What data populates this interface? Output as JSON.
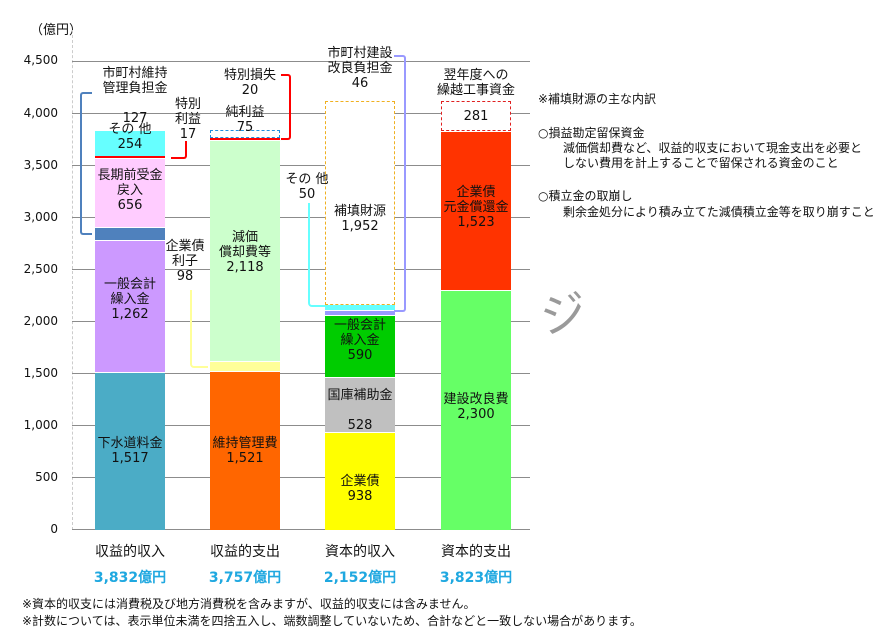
{
  "chart_data": {
    "type": "bar",
    "stacked": true,
    "title": "",
    "ylabel": "（億円）",
    "ylim": [
      0,
      4500
    ],
    "yticks": [
      "0",
      "500",
      "1,000",
      "1,500",
      "2,000",
      "2,500",
      "3,000",
      "3,500",
      "4,000",
      "4,500"
    ],
    "grid": true,
    "categories": [
      "収益的収入",
      "収益的支出",
      "資本的収入",
      "資本的支出"
    ],
    "totals": [
      "3,832億円",
      "3,757億円",
      "2,152億円",
      "3,823億円"
    ],
    "stacks": [
      {
        "category": "収益的収入",
        "segments": [
          {
            "name": "下水道料金",
            "value": 1517,
            "color": "#4bacc6"
          },
          {
            "name": "一般会計繰入金",
            "value": 1262,
            "color": "#cc99ff"
          },
          {
            "name": "市町村維持管理負担金",
            "value": 127,
            "color": "#4f81bd"
          },
          {
            "name": "長期前受金戻入",
            "value": 656,
            "color": "#ffccff"
          },
          {
            "name": "特別利益",
            "value": 17,
            "color": "#ff0000"
          },
          {
            "name": "その他",
            "value": 254,
            "color": "#66ffff"
          }
        ]
      },
      {
        "category": "収益的支出",
        "segments": [
          {
            "name": "維持管理費",
            "value": 1521,
            "color": "#ff6600"
          },
          {
            "name": "企業債利子",
            "value": 98,
            "color": "#ffff99"
          },
          {
            "name": "減価償却費等",
            "value": 2118,
            "color": "#ccffcc"
          },
          {
            "name": "特別損失",
            "value": 20,
            "color": "#ff0000"
          },
          {
            "name": "純利益",
            "value": 75,
            "color": "#ffffff",
            "dashed": true
          }
        ]
      },
      {
        "category": "資本的収入",
        "segments": [
          {
            "name": "企業債",
            "value": 938,
            "color": "#ffff00"
          },
          {
            "name": "国庫補助金",
            "value": 528,
            "color": "#c0c0c0"
          },
          {
            "name": "一般会計繰入金",
            "value": 590,
            "color": "#00cc00"
          },
          {
            "name": "市町村建設改良負担金",
            "value": 46,
            "color": "#9999ff"
          },
          {
            "name": "その他",
            "value": 50,
            "color": "#66ffff"
          },
          {
            "name": "補填財源",
            "value": 1952,
            "color": "#ffffff",
            "dashed": true
          }
        ]
      },
      {
        "category": "資本的支出",
        "segments": [
          {
            "name": "建設改良費",
            "value": 2300,
            "color": "#66ff66"
          },
          {
            "name": "企業債元金償還金",
            "value": 1523,
            "color": "#ff3300"
          },
          {
            "name": "翌年度への繰越工事資金",
            "value": 281,
            "color": "#ffffff",
            "dashed": true
          }
        ]
      }
    ]
  },
  "axis": {
    "unit": "（億円）",
    "ticks": [
      "4,500",
      "4,000",
      "3,500",
      "3,000",
      "2,500",
      "2,000",
      "1,500",
      "1,000",
      "500",
      "0"
    ]
  },
  "bars": {
    "b1": {
      "s1": "下水道料金\n1,517",
      "s2": "一般会計\n繰入金\n1,262",
      "s4": "長期前受金\n戻入\n656",
      "s6": "その 他\n254",
      "callout_muni": "市町村維持\n管理負担金\n\n127",
      "callout_special": "特別\n利益\n17"
    },
    "b2": {
      "s1": "維持管理費\n1,521",
      "s3": "減価\n償却費等\n2,118",
      "callout_interest": "企業債\n利子\n98",
      "callout_loss": "特別損失\n20",
      "callout_profit": "純利益\n75"
    },
    "b3": {
      "s1": "企業債\n938",
      "s2": "国庫補助金\n\n528",
      "s3": "一般会計\n繰入金\n590",
      "s6": "補填財源\n1,952",
      "callout_muni": "市町村建設\n改良負担金\n46",
      "callout_other": "その 他\n50"
    },
    "b4": {
      "s1": "建設改良費\n2,300",
      "s2": "企業債\n元金償還金\n1,523",
      "callout_carry": "翌年度への\n繰越工事資金",
      "carry_value": "281"
    }
  },
  "xaxis": {
    "labels": [
      "収益的収入",
      "収益的支出",
      "資本的収入",
      "資本的支出"
    ],
    "totals": [
      "3,832億円",
      "3,757億円",
      "2,152億円",
      "3,823億円"
    ]
  },
  "side_note": {
    "title": "※補填財源の主な内訳",
    "item1_head": "○損益勘定留保資金",
    "item1_body": "減価償却費など、収益的収支において現金支出を必要と\nしない費用を計上することで留保される資金のこと",
    "item2_head": "○積立金の取崩し",
    "item2_body": "剰余金処分により積み立てた減債積立金等を取り崩すこと"
  },
  "footnotes": [
    "※資本的収支には消費税及び地方消費税を含みますが、収益的収支には含みません。",
    "※計数については、表示単位未満を四捨五入し、端数調整していないため、合計などと一致しない場合があります。"
  ],
  "decoration": "ジ"
}
